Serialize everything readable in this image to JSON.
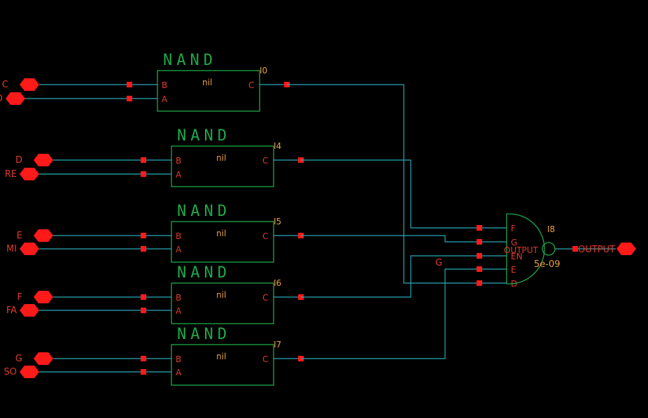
{
  "colors": {
    "background": "#000000",
    "wire": "#2aa9b8",
    "symbol": "#1fa84a",
    "pin_text": "#e03a2a",
    "port": "#ff1a1a"
  },
  "gates": [
    {
      "title": "NAND",
      "instance": "I0",
      "body": "nil",
      "pin_b": "B",
      "pin_a": "A",
      "pin_c": "C"
    },
    {
      "title": "NAND",
      "instance": "I4",
      "body": "nil",
      "pin_b": "B",
      "pin_a": "A",
      "pin_c": "C"
    },
    {
      "title": "NAND",
      "instance": "I5",
      "body": "nil",
      "pin_b": "B",
      "pin_a": "A",
      "pin_c": "C"
    },
    {
      "title": "NAND",
      "instance": "I6",
      "body": "nil",
      "pin_b": "B",
      "pin_a": "A",
      "pin_c": "C"
    },
    {
      "title": "NAND",
      "instance": "I7",
      "body": "nil",
      "pin_b": "B",
      "pin_a": "A",
      "pin_c": "C"
    }
  ],
  "inputs": [
    {
      "b": "C",
      "a": "O"
    },
    {
      "b": "D",
      "a": "RE"
    },
    {
      "b": "E",
      "a": "MI"
    },
    {
      "b": "F",
      "a": "FA"
    },
    {
      "b": "G",
      "a": "SO"
    }
  ],
  "output_gate": {
    "instance": "I8",
    "pins": [
      "F",
      "G",
      "EN",
      "E",
      "D"
    ],
    "inner_label": "OUTPUT",
    "delay": "5e-09"
  },
  "wire_label": "G",
  "output_port": "OUTPUT"
}
